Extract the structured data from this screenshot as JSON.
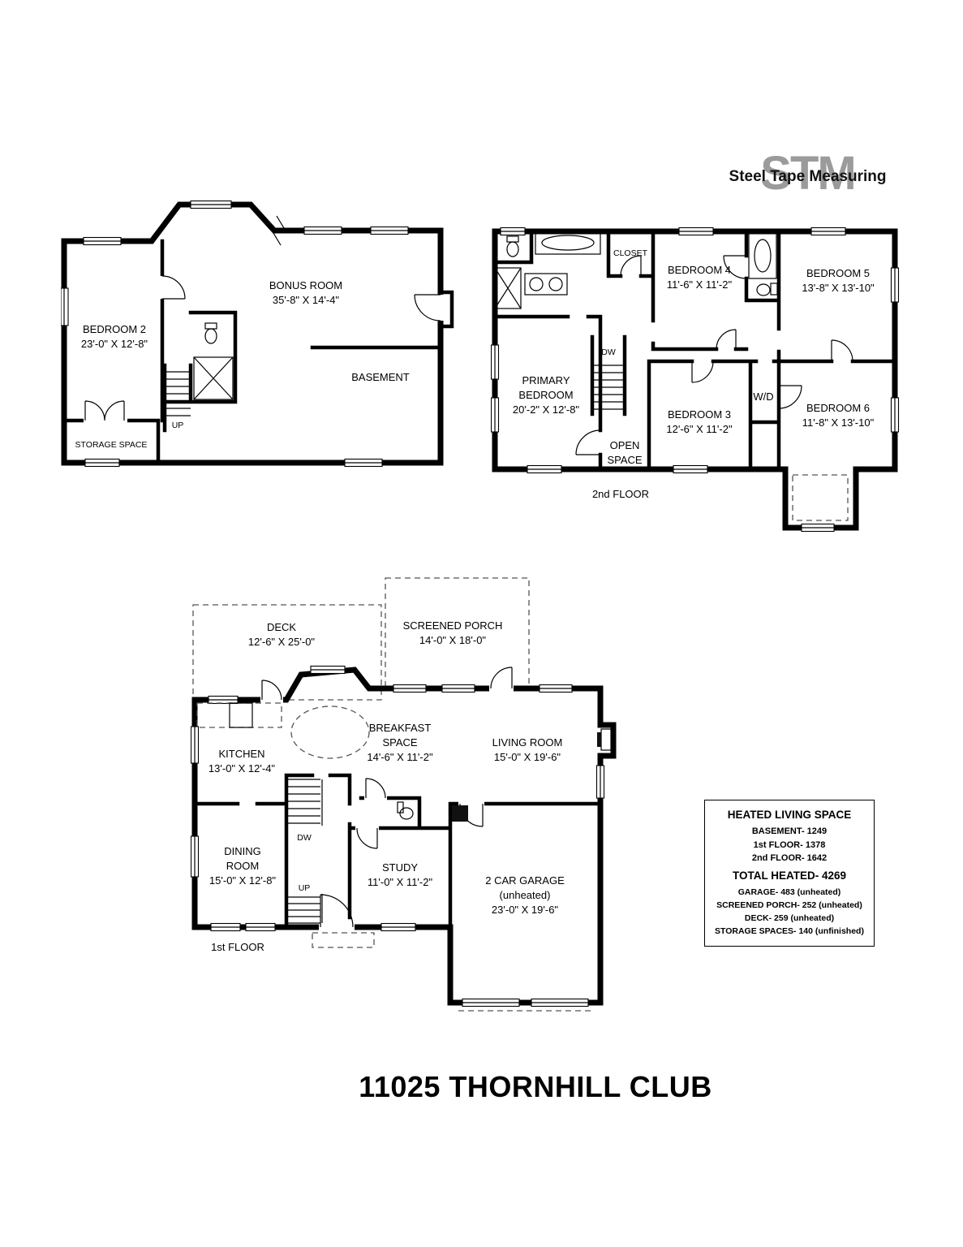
{
  "logo": {
    "monogram": "STM",
    "company": "Steel Tape Measuring"
  },
  "footer_title": "11025 THORNHILL CLUB",
  "basement": {
    "caption": "BASEMENT",
    "bedroom2_name": "BEDROOM 2",
    "bedroom2_dims": "23'-0\" X 12'-8\"",
    "bonus_name": "BONUS ROOM",
    "bonus_dims": "35'-8\" X 14'-4\"",
    "storage": "STORAGE SPACE",
    "up": "UP"
  },
  "second_floor": {
    "caption": "2nd FLOOR",
    "closet": "CLOSET",
    "bedroom4_name": "BEDROOM 4",
    "bedroom4_dims": "11'-6\" X 11'-2\"",
    "bedroom5_name": "BEDROOM 5",
    "bedroom5_dims": "13'-8\" X 13'-10\"",
    "primary_line1": "PRIMARY",
    "primary_line2": "BEDROOM",
    "primary_dims": "20'-2\" X 12'-8\"",
    "bedroom3_name": "BEDROOM 3",
    "bedroom3_dims": "12'-6\" X 11'-2\"",
    "wd": "W/D",
    "bedroom6_name": "BEDROOM 6",
    "bedroom6_dims": "11'-8\" X 13'-10\"",
    "open_line1": "OPEN",
    "open_line2": "SPACE",
    "dw": "DW"
  },
  "first_floor": {
    "caption": "1st FLOOR",
    "deck_name": "DECK",
    "deck_dims": "12'-6\" X 25'-0\"",
    "porch_name": "SCREENED PORCH",
    "porch_dims": "14'-0\" X 18'-0\"",
    "kitchen_name": "KITCHEN",
    "kitchen_dims": "13'-0\" X 12'-4\"",
    "breakfast_line1": "BREAKFAST",
    "breakfast_line2": "SPACE",
    "breakfast_dims": "14'-6\" X 11'-2\"",
    "living_name": "LIVING ROOM",
    "living_dims": "15'-0\" X 19'-6\"",
    "dining_line1": "DINING",
    "dining_line2": "ROOM",
    "dining_dims": "15'-0\" X 12'-8\"",
    "study_name": "STUDY",
    "study_dims": "11'-0\" X 11'-2\"",
    "garage_line1": "2 CAR GARAGE",
    "garage_line2": "(unheated)",
    "garage_dims": "23'-0\" X 19'-6\"",
    "dw": "DW",
    "up": "UP"
  },
  "summary": {
    "title": "HEATED LIVING SPACE",
    "heated": [
      "BASEMENT- 1249",
      "1st FLOOR- 1378",
      "2nd FLOOR- 1642"
    ],
    "total": "TOTAL HEATED- 4269",
    "unheated": [
      "GARAGE- 483 (unheated)",
      "SCREENED PORCH- 252 (unheated)",
      "DECK- 259 (unheated)",
      "STORAGE SPACES- 140 (unfinished)"
    ]
  }
}
